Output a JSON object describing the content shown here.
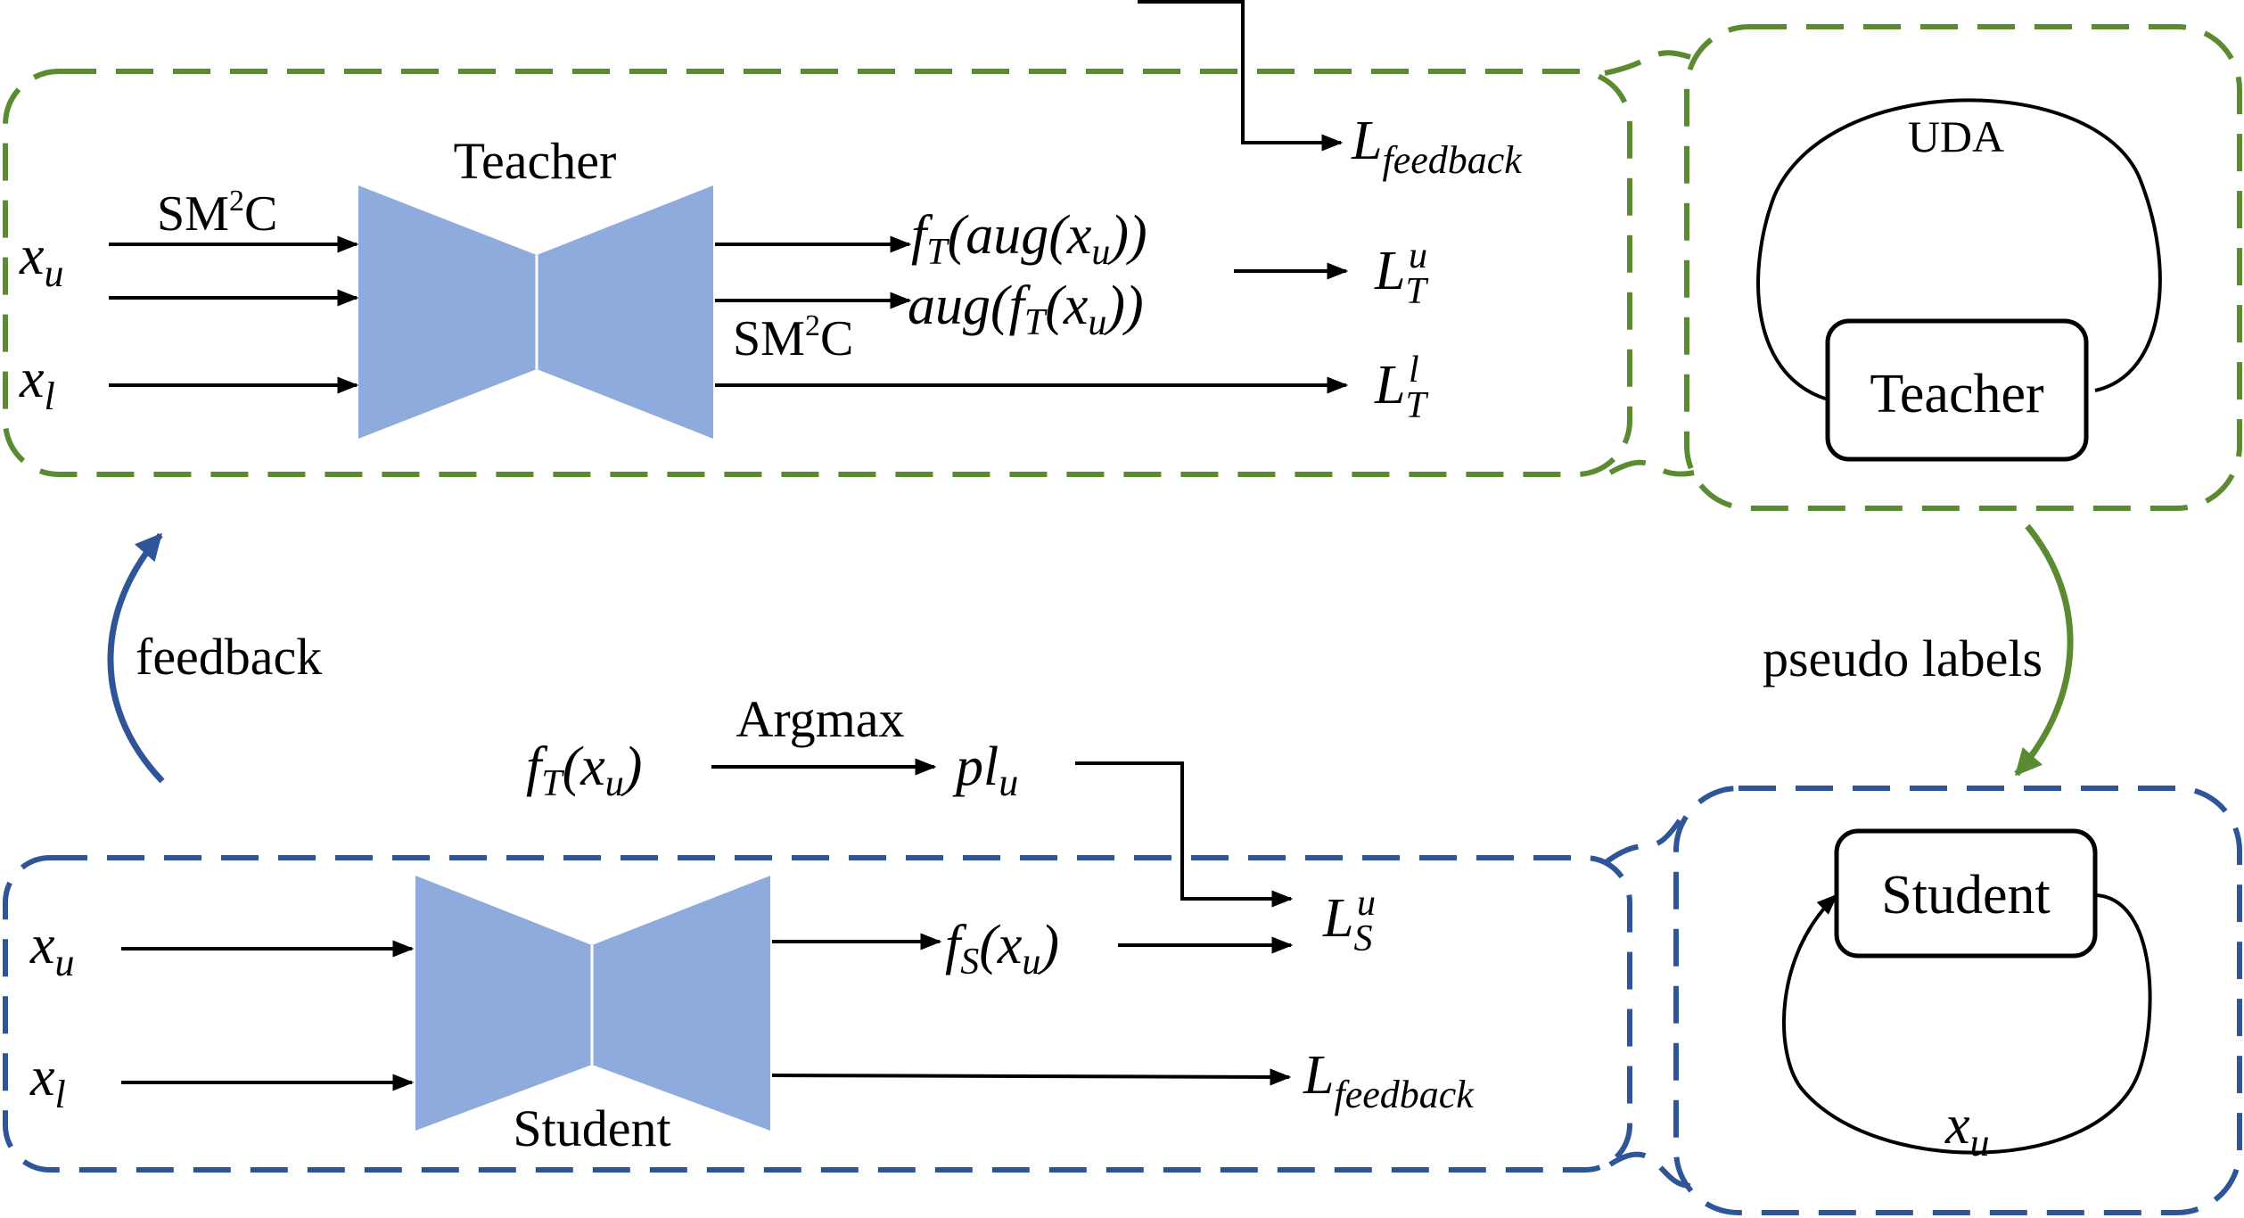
{
  "colors": {
    "teacher_box": "#5B8B30",
    "student_box": "#2E5597",
    "network": "#8FABDD",
    "feedback_arrow": "#2E5597",
    "pseudo_arrow": "#5B8B30",
    "line": "#000000"
  },
  "teacher_panel": {
    "title": "Teacher",
    "input_u": {
      "base": "x",
      "sub": "u"
    },
    "input_l": {
      "base": "x",
      "sub": "l"
    },
    "aug_label": {
      "base": "SM",
      "sup": "2",
      "rest": "C"
    },
    "out1": "f_T(aug(x_u))",
    "out2": "aug(f_T(x_u))",
    "aug_label2": {
      "base": "SM",
      "sup": "2",
      "rest": "C"
    },
    "loss_unlabeled": {
      "base": "L",
      "sub": "T",
      "sup": "u"
    },
    "loss_labeled": {
      "base": "L",
      "sub": "T",
      "sup": "l"
    },
    "loss_feedback": {
      "base": "L",
      "sub": "feedback"
    }
  },
  "student_panel": {
    "title": "Student",
    "input_u": {
      "base": "x",
      "sub": "u"
    },
    "input_l": {
      "base": "x",
      "sub": "l"
    },
    "out1": "f_S(x_u)",
    "loss_unlabeled": {
      "base": "L",
      "sub": "S",
      "sup": "u"
    },
    "loss_feedback": {
      "base": "L",
      "sub": "feedback"
    }
  },
  "pseudo_label_path": {
    "source": "f_T(x_u)",
    "op": "Argmax",
    "result": {
      "base": "pl",
      "sub": "u"
    }
  },
  "arrows": {
    "feedback": "feedback",
    "pseudo_labels": "pseudo labels"
  },
  "uda_teacher": {
    "title": "UDA",
    "box": "Teacher"
  },
  "uda_student": {
    "box": "Student",
    "input": {
      "base": "x",
      "sub": "u"
    }
  }
}
